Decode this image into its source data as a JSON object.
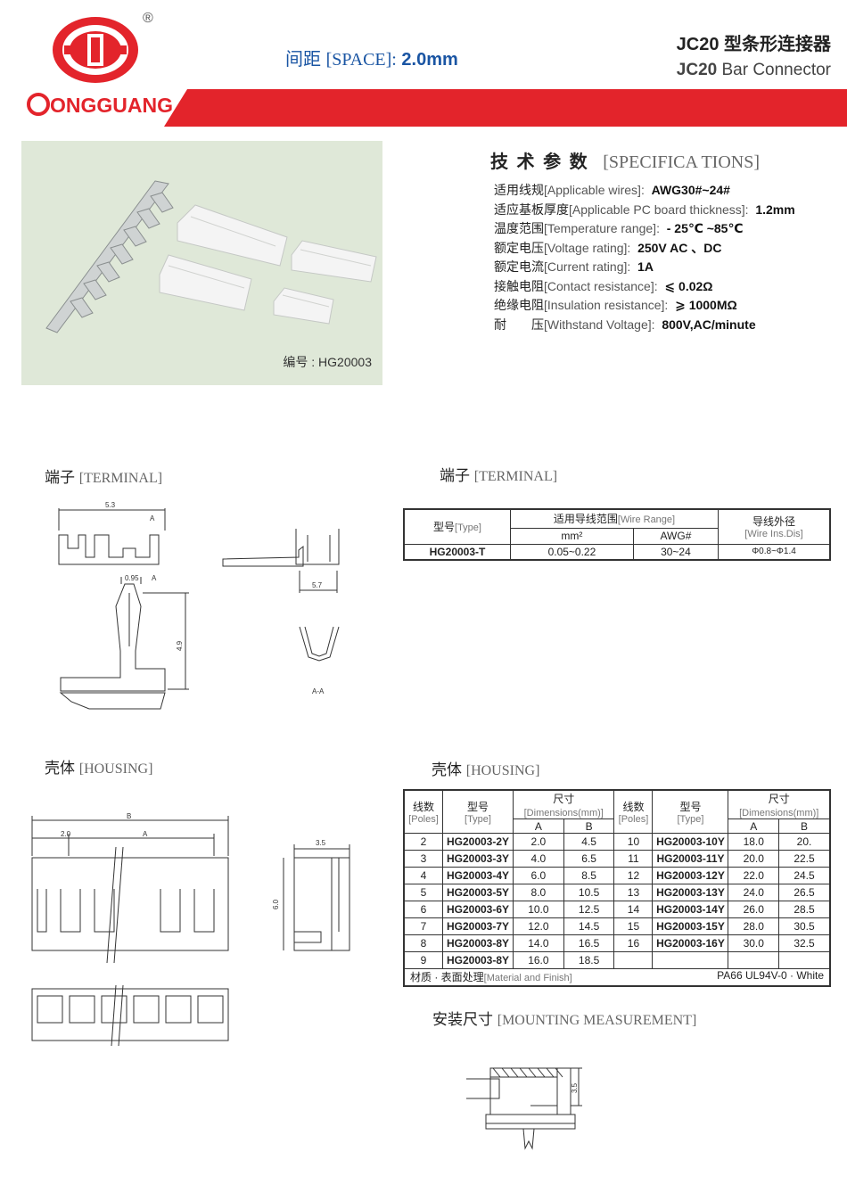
{
  "brand": {
    "name": "ONGGUANG",
    "logo_letter": "G",
    "registered": "®"
  },
  "header": {
    "space_cn": "间距",
    "space_en": "[SPACE]:",
    "space_value": "2.0mm",
    "title_cn": "JC20 型条形连接器",
    "title_en_bold": "JC20",
    "title_en_rest": "Bar Connector"
  },
  "photo": {
    "caption": "编号 : HG20003"
  },
  "specs": {
    "heading_cn": "技 术 参 数",
    "heading_en": "[SPECIFICA TIONS]",
    "rows": [
      {
        "cn": "适用线规",
        "en": "[Applicable wires]:",
        "val": "AWG30#~24#"
      },
      {
        "cn": "适应基板厚度",
        "en": "[Applicable PC board thickness]:",
        "val": "1.2mm"
      },
      {
        "cn": "温度范围",
        "en": "[Temperature range]:",
        "val": "- 25℃ ~85℃"
      },
      {
        "cn": "额定电压",
        "en": "[Voltage rating]:",
        "val": "250V  AC 、DC"
      },
      {
        "cn": "额定电流",
        "en": "[Current rating]:",
        "val": "1A"
      },
      {
        "cn": "接触电阻",
        "en": "[Contact resistance]:",
        "val": "⩽ 0.02Ω"
      },
      {
        "cn": "绝缘电阻",
        "en": "[Insulation resistance]:",
        "val": "⩾ 1000MΩ"
      },
      {
        "cn": "耐　　压",
        "en": "[Withstand Voltage]:",
        "val": "800V,AC/minute"
      }
    ]
  },
  "sections": {
    "terminal_left": {
      "cn": "端子",
      "en": "[TERMINAL]"
    },
    "terminal_right": {
      "cn": "端子",
      "en": "[TERMINAL]"
    },
    "housing_left": {
      "cn": "壳体",
      "en": "[HOUSING]"
    },
    "housing_right": {
      "cn": "壳体",
      "en": "[HOUSING]"
    },
    "mounting": {
      "cn": "安装尺寸",
      "en": "[MOUNTING MEASUREMENT]"
    }
  },
  "terminal_table": {
    "h_type_cn": "型号",
    "h_type_en": "[Type]",
    "h_range_cn": "适用导线范围",
    "h_range_en": "[Wire Range]",
    "h_mm2": "mm²",
    "h_awg": "AWG#",
    "h_dia_cn": "导线外径",
    "h_dia_en": "[Wire Ins.Dis]",
    "row": {
      "type": "HG20003-T",
      "mm2": "0.05~0.22",
      "awg": "30~24",
      "dia": "Φ0.8~Φ1.4"
    }
  },
  "housing_table": {
    "h_poles_cn": "线数",
    "h_poles_en": "[Poles]",
    "h_type_cn": "型号",
    "h_type_en": "[Type]",
    "h_dim_cn": "尺寸",
    "h_dim_en": "[Dimensions(mm)]",
    "h_a": "A",
    "h_b": "B",
    "rows": [
      {
        "p1": "2",
        "t1": "HG20003-2Y",
        "a1": "2.0",
        "b1": "4.5",
        "p2": "10",
        "t2": "HG20003-10Y",
        "a2": "18.0",
        "b2": "20."
      },
      {
        "p1": "3",
        "t1": "HG20003-3Y",
        "a1": "4.0",
        "b1": "6.5",
        "p2": "11",
        "t2": "HG20003-11Y",
        "a2": "20.0",
        "b2": "22.5"
      },
      {
        "p1": "4",
        "t1": "HG20003-4Y",
        "a1": "6.0",
        "b1": "8.5",
        "p2": "12",
        "t2": "HG20003-12Y",
        "a2": "22.0",
        "b2": "24.5"
      },
      {
        "p1": "5",
        "t1": "HG20003-5Y",
        "a1": "8.0",
        "b1": "10.5",
        "p2": "13",
        "t2": "HG20003-13Y",
        "a2": "24.0",
        "b2": "26.5"
      },
      {
        "p1": "6",
        "t1": "HG20003-6Y",
        "a1": "10.0",
        "b1": "12.5",
        "p2": "14",
        "t2": "HG20003-14Y",
        "a2": "26.0",
        "b2": "28.5"
      },
      {
        "p1": "7",
        "t1": "HG20003-7Y",
        "a1": "12.0",
        "b1": "14.5",
        "p2": "15",
        "t2": "HG20003-15Y",
        "a2": "28.0",
        "b2": "30.5"
      },
      {
        "p1": "8",
        "t1": "HG20003-8Y",
        "a1": "14.0",
        "b1": "16.5",
        "p2": "16",
        "t2": "HG20003-16Y",
        "a2": "30.0",
        "b2": "32.5"
      },
      {
        "p1": "9",
        "t1": "HG20003-8Y",
        "a1": "16.0",
        "b1": "18.5",
        "p2": "",
        "t2": "",
        "a2": "",
        "b2": ""
      }
    ],
    "material_cn": "材质 · 表面处理",
    "material_en": "[Material and Finish]",
    "material_val": "PA66 UL94V-0 · White"
  },
  "drawings": {
    "term_53": "5.3",
    "term_a1": "A",
    "term_095": "0.95",
    "term_a2": "A",
    "term_49": "4.9",
    "term_57": "5.7",
    "term_aa": "A-A",
    "hous_b": "B",
    "hous_20": "2.0",
    "hous_a": "A",
    "hous_35": "3.5",
    "hous_60": "6.0",
    "mount_35": "3.5"
  }
}
